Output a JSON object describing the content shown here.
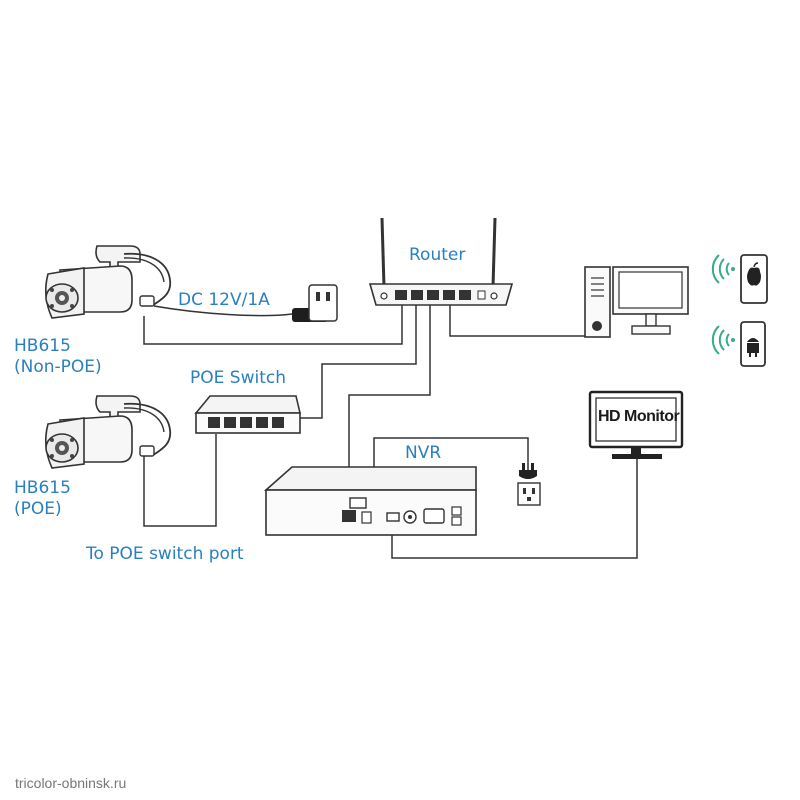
{
  "labels": {
    "router": "Router",
    "dc_power": "DC 12V/1A",
    "cam1_model": "HB615",
    "cam1_type": "(Non-POE)",
    "poe_switch": "POE Switch",
    "cam2_model": "HB615",
    "cam2_type": "(POE)",
    "to_poe_port": "To POE switch port",
    "nvr": "NVR",
    "hd_monitor": "HD Monitor"
  },
  "watermark": "tricolor-obninsk.ru",
  "colors": {
    "label": "#2a7fc0",
    "line": "#333333",
    "wifi": "#3aaa8a"
  },
  "icons": [
    "camera-icon",
    "router-icon",
    "poe-switch-icon",
    "nvr-icon",
    "hd-monitor-icon",
    "pc-icon",
    "apple-phone-icon",
    "android-phone-icon",
    "wifi-icon",
    "power-outlet-icon",
    "power-plug-icon",
    "power-adapter-icon"
  ]
}
